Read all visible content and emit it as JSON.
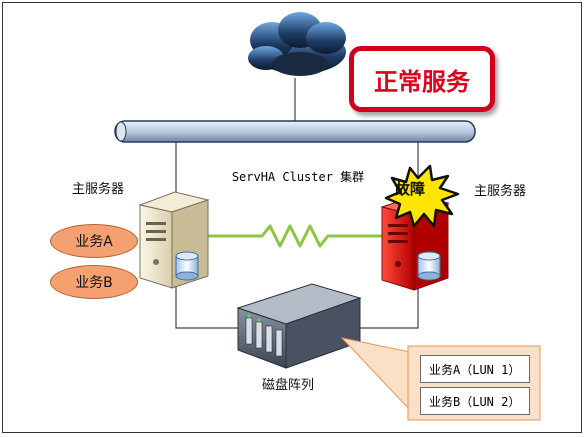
{
  "status_label": "正常服务",
  "cluster_label": "ServHA Cluster 集群",
  "primary_server_label": "主服务器",
  "secondary_server_label": "主服务器",
  "fault_label": "故障",
  "services": [
    "业务A",
    "业务B"
  ],
  "storage_label": "磁盘阵列",
  "luns": [
    "业务A（LUN 1）",
    "业务B（LUN 2）"
  ],
  "colors": {
    "alert_red": "#e0001b",
    "heartbeat_green": "#8dc63f",
    "service_orange": "#f4a070",
    "fault_yellow": "#ffe600",
    "network_bar": "#c6d6e8"
  },
  "icons": [
    "cloud-icon",
    "server-icon",
    "failed-server-icon",
    "disk-icon",
    "storage-array-icon",
    "fault-burst-icon"
  ]
}
